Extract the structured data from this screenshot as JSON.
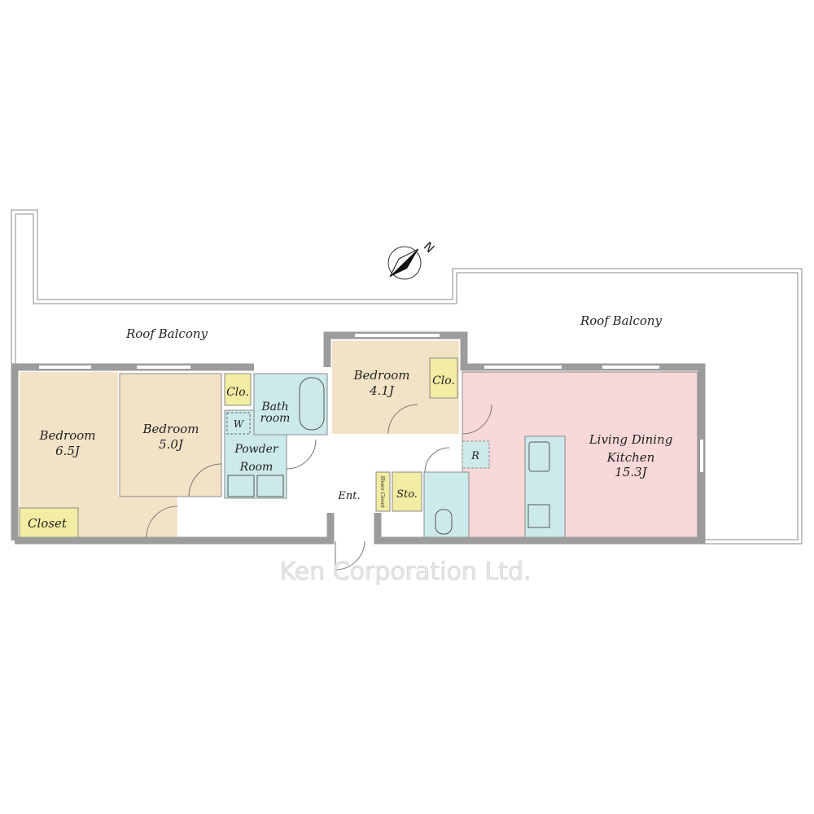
{
  "balconies": [
    {
      "label": "Roof Balcony"
    },
    {
      "label": "Roof Balcony"
    }
  ],
  "compass": {
    "label": "N",
    "icon": "north-arrow-icon"
  },
  "rooms": {
    "bedroom1": {
      "name": "Bedroom",
      "size": "6.5J"
    },
    "bedroom2": {
      "name": "Bedroom",
      "size": "5.0J"
    },
    "bedroom3": {
      "name": "Bedroom",
      "size": "4.1J"
    },
    "ldk": {
      "name1": "Living Dining",
      "name2": "Kitchen",
      "size": "15.3J"
    },
    "closet": "Closet",
    "clo1": "Clo.",
    "clo2": "Clo.",
    "washer": "W",
    "bath": {
      "l1": "Bath",
      "l2": "room"
    },
    "powder": {
      "l1": "Powder",
      "l2": "Room"
    },
    "entrance": "Ent.",
    "shoe_closet": "Shoes Closet",
    "storage": "Sto.",
    "fridge": "R"
  },
  "watermark": "Ken Corporation Ltd.",
  "colors": {
    "bedroom": "#f3e3c6",
    "closet": "#f2eda2",
    "wet": "#cdeaea",
    "ldk": "#f9d8da",
    "wall": "#9c9c9c"
  }
}
